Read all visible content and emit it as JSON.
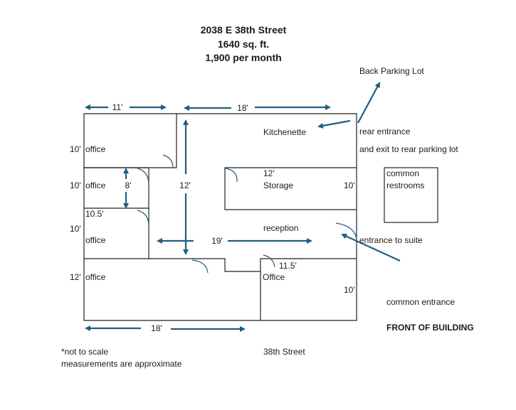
{
  "title": {
    "address": "2038 E 38th Street",
    "area": "1640 sq. ft.",
    "rent": "1,900 per month"
  },
  "dimensions": {
    "top_left_width": "11'",
    "top_right_width": "18'",
    "bottom_width": "18'",
    "hall_vertical": "12'",
    "office_2_height": "8'",
    "reception_width": "19'",
    "storage_width": "12'",
    "storage_right": "10'",
    "office_3_width": "10.5'",
    "office_front_width": "11.5'",
    "office_front_height": "10'",
    "office_1_height": "10'",
    "office_2_side": "10'",
    "office_3_side": "10'",
    "office_4_side": "12'"
  },
  "rooms": {
    "office_1": "office",
    "office_2": "office",
    "office_3": "office",
    "office_4": "office",
    "office_front": "Office",
    "kitchenette": "Kitchenette",
    "storage": "Storage",
    "reception": "reception",
    "restrooms_line1": "common",
    "restrooms_line2": "restrooms"
  },
  "labels": {
    "back_parking": "Back Parking Lot",
    "rear_entrance": "rear entrance",
    "rear_exit": "and exit to rear parking lot",
    "entrance_suite": "entrance to suite",
    "common_entrance": "common entrance",
    "front_of_building": "FRONT OF BUILDING",
    "street": "38th Street",
    "note_scale": "*not to scale",
    "note_approx": "measurements are approximate"
  },
  "colors": {
    "arrow": "#1f5e80",
    "wall": "#222222"
  }
}
